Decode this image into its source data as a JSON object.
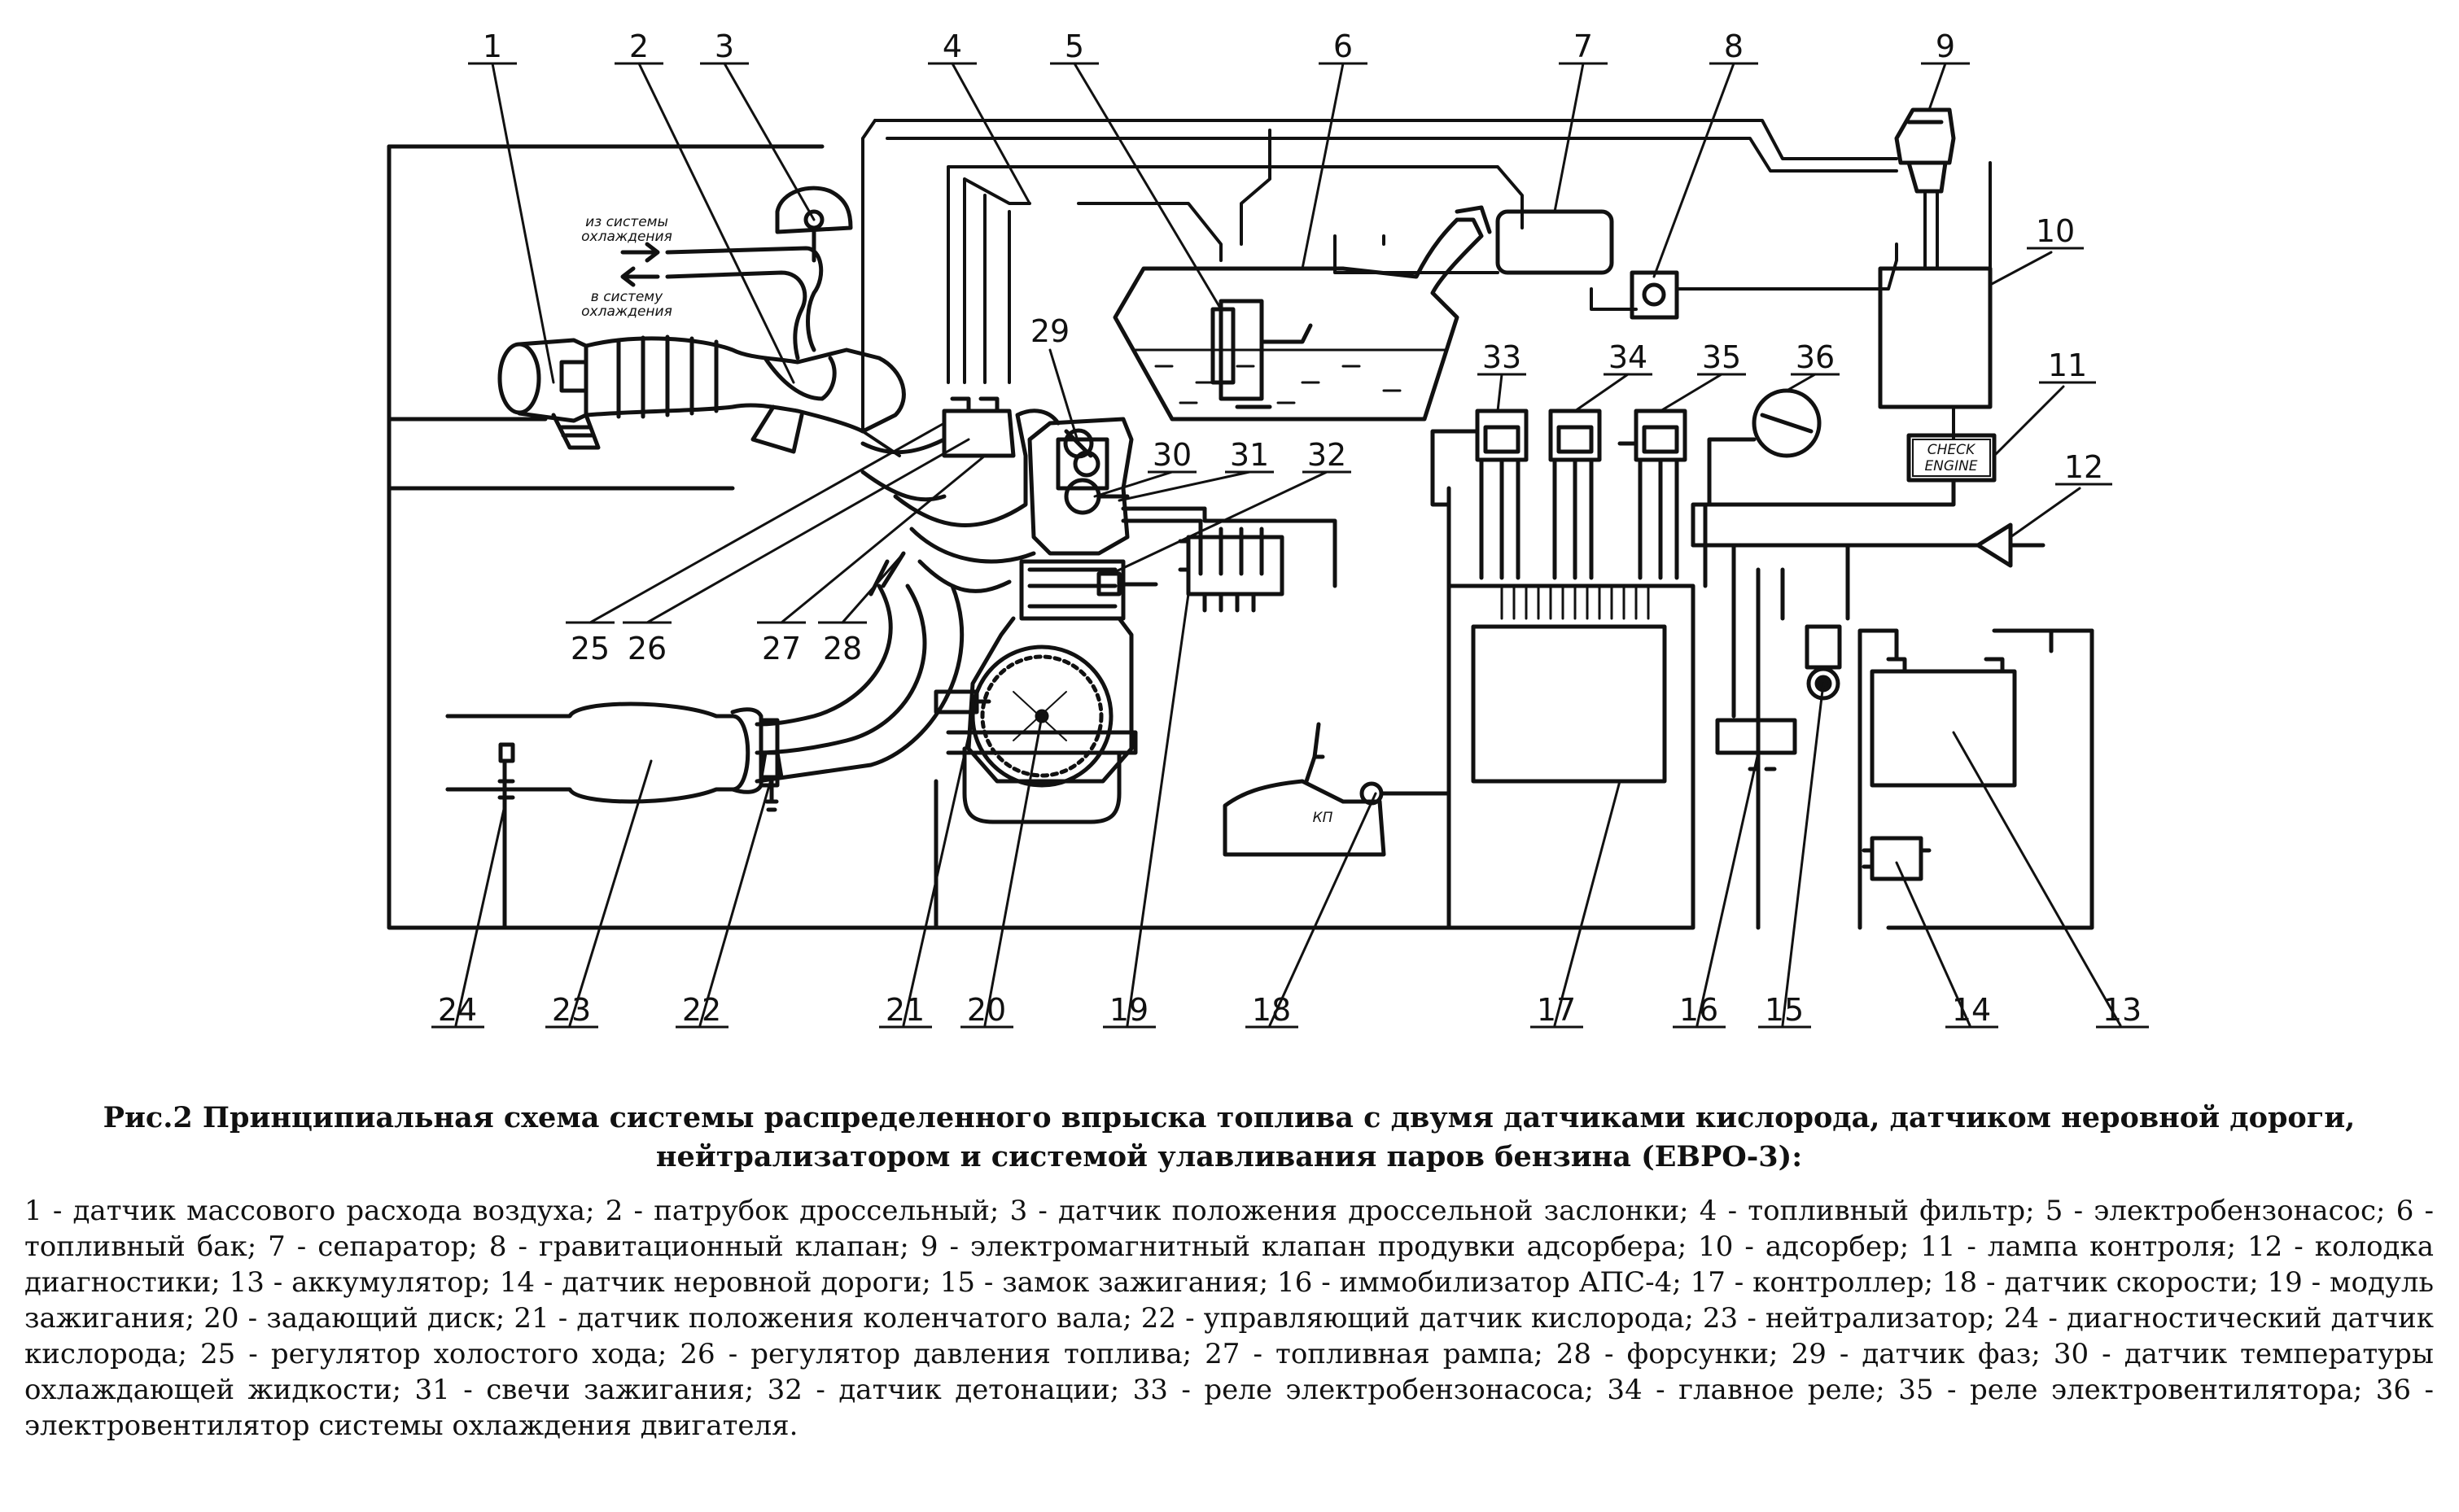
{
  "labels": {
    "l1": "1",
    "l2": "2",
    "l3": "3",
    "l4": "4",
    "l5": "5",
    "l6": "6",
    "l7": "7",
    "l8": "8",
    "l9": "9",
    "l10": "10",
    "l11": "11",
    "l12": "12",
    "l13": "13",
    "l14": "14",
    "l15": "15",
    "l16": "16",
    "l17": "17",
    "l18": "18",
    "l19": "19",
    "l20": "20",
    "l21": "21",
    "l22": "22",
    "l23": "23",
    "l24": "24",
    "l25": "25",
    "l26": "26",
    "l27": "27",
    "l28": "28",
    "l29": "29",
    "l30": "30",
    "l31": "31",
    "l32": "32",
    "l33": "33",
    "l34": "34",
    "l35": "35",
    "l36": "36"
  },
  "inline_text": {
    "from_cooling_1": "из системы",
    "from_cooling_2": "охлаждения",
    "to_cooling_1": "в систему",
    "to_cooling_2": "охлаждения",
    "check_1": "CHECK",
    "check_2": "ENGINE",
    "gearbox": "КП"
  },
  "caption": {
    "title": "Рис.2 Принципиальная схема системы распределенного впрыска топлива с двумя датчиками кислорода, датчиком неровной дороги, нейтрализатором и системой улавливания паров бензина (ЕВРО-3):",
    "legend": "1 - датчик массового расхода воздуха; 2 - патрубок дроссельный; 3 - датчик положения дроссельной заслонки; 4 - топливный фильтр; 5 - электробензонасос; 6 - топливный бак; 7 - сепаратор; 8 - гравитационный клапан; 9 - электромагнитный клапан продувки адсорбера; 10 - адсорбер; 11 - лампа контроля; 12 - колодка диагностики; 13 - аккумулятор; 14 - датчик неровной дороги; 15 - замок зажигания; 16 - иммобилизатор АПС-4; 17 - контроллер; 18 - датчик скорости; 19 - модуль зажигания; 20 - задающий диск; 21 - датчик положения коленчатого вала; 22 - управляющий датчик кислорода; 23 - нейтрализатор; 24 - диагностический датчик кислорода; 25 - регулятор холостого хода; 26 - регулятор давления топлива; 27 - топливная рампа; 28 - форсунки; 29 - датчик фаз; 30 - датчик температуры охлаждающей жидкости; 31 - свечи зажигания; 32 - датчик детонации; 33 - реле электробензонасоса; 34 - главное реле; 35 - реле электровентилятора; 36 - электровентилятор системы охлаждения двигателя."
  }
}
